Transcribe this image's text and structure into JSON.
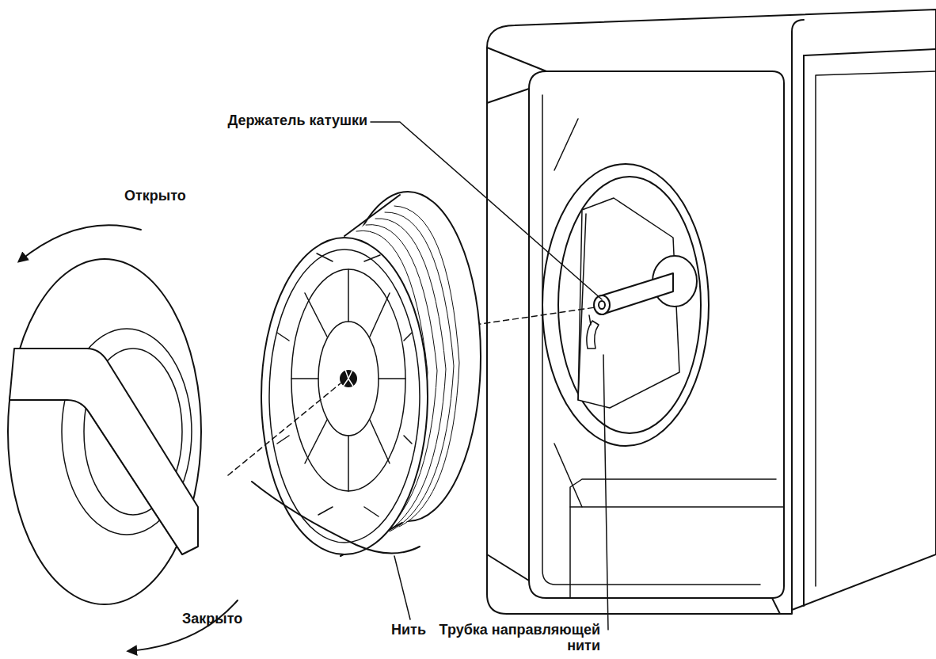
{
  "diagram": {
    "labels": [
      "Держатель катушки",
      "Открыто",
      "Закрыто",
      "Нить",
      "Трубка направляющей нити"
    ]
  }
}
